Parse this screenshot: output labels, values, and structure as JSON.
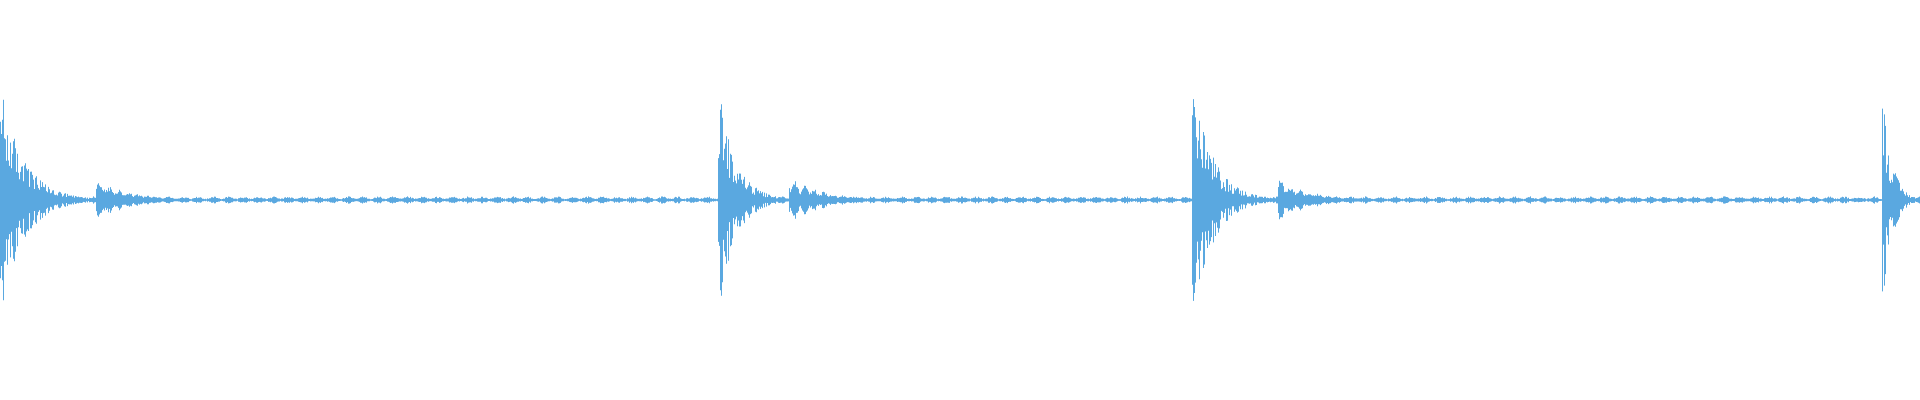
{
  "waveform": {
    "color": "#5aa8e0",
    "background": "#ffffff",
    "onsets": [
      {
        "position": 0.0,
        "peak": 0.95,
        "length": 0.05,
        "tail": 0.18
      },
      {
        "position": 0.3735,
        "peak": 1.0,
        "length": 0.037,
        "tail": 0.2
      },
      {
        "position": 0.6205,
        "peak": 1.0,
        "length": 0.045,
        "tail": 0.18
      },
      {
        "position": 0.98,
        "peak": 0.98,
        "length": 0.02,
        "tail": 0.0
      }
    ],
    "noise_floor": 0.03
  }
}
